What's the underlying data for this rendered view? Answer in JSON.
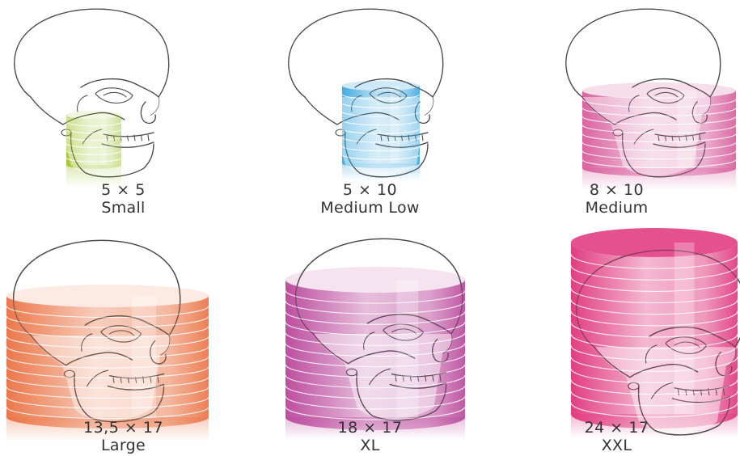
{
  "fov_options": [
    {
      "dimension": "5 × 5",
      "label": "Small",
      "color": "#9ec226"
    },
    {
      "dimension": "5 × 10",
      "label": "Medium Low",
      "color": "#3aa8e0"
    },
    {
      "dimension": "8 × 10",
      "label": "Medium",
      "color": "#d85c9c"
    },
    {
      "dimension": "13,5 × 17",
      "label": "Large",
      "color": "#ea7142"
    },
    {
      "dimension": "18 × 17",
      "label": "XL",
      "color": "#b9459a"
    },
    {
      "dimension": "24 × 17",
      "label": "XXL",
      "color": "#e0337a"
    }
  ]
}
